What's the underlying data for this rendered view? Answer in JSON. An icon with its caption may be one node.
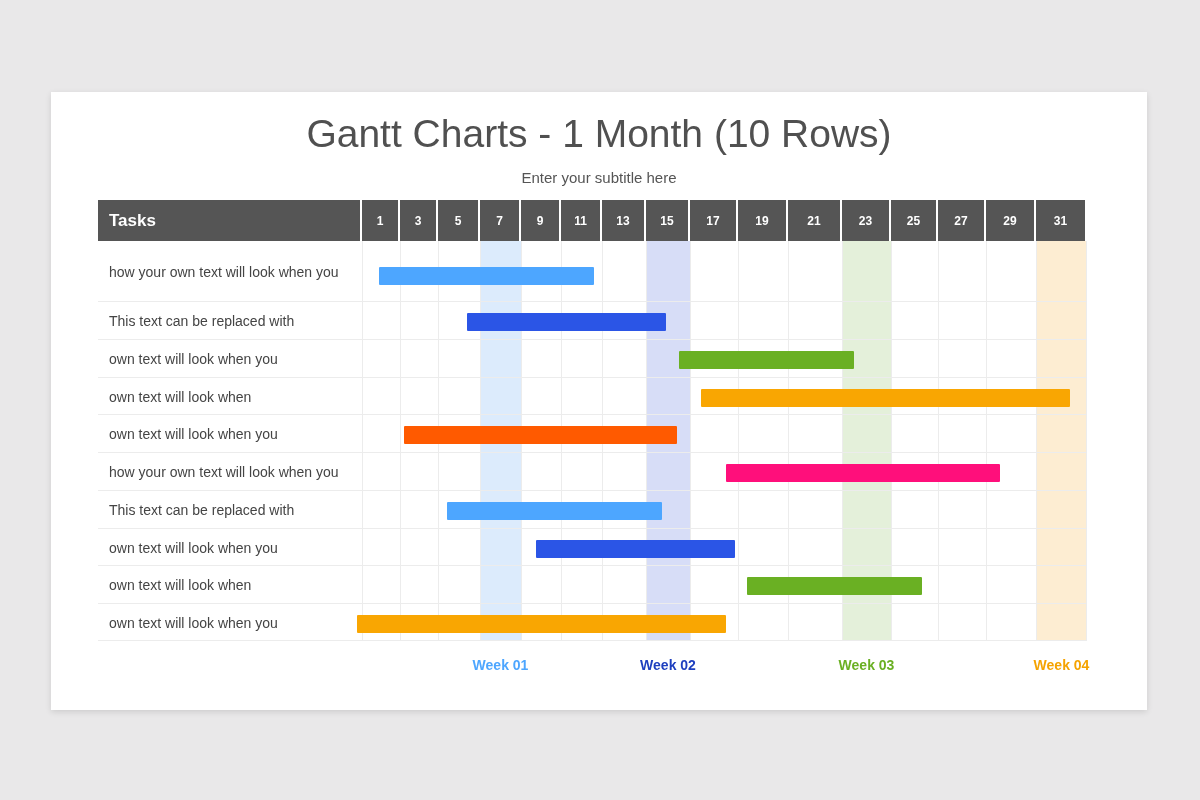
{
  "diagram": {
    "title": "Gantt Charts - 1 Month (10 Rows)",
    "nodes": [
      {
        "text": [],
        "shape": "bar"
      },
      {
        "text": [],
        "shape": "bar"
      },
      {
        "text": [],
        "shape": "bar"
      },
      {
        "text": [],
        "shape": "bar"
      },
      {
        "text": [],
        "shape": "bar"
      },
      {
        "text": [],
        "shape": "bar"
      },
      {
        "text": [],
        "shape": "bar"
      },
      {
        "text": [],
        "shape": "bar"
      },
      {
        "text": [],
        "shape": "bar"
      },
      {
        "text": [],
        "shape": "bar"
      }
    ],
    "labels": [
      "Enter your subtitle here",
      "Tasks",
      "1",
      "3",
      "5",
      "7",
      "9",
      "11",
      "13",
      "15",
      "17",
      "19",
      "21",
      "23",
      "25",
      "27",
      "29",
      "31",
      "how your own text will look when you",
      "This text can be replaced with",
      "own text will look when you",
      "own text will look when",
      "own text will look when you",
      "how your own text will look when you",
      "This text can be replaced with",
      "own text will look when you",
      "own text will look when",
      "own text will look when you",
      "Week 01",
      "Week 02",
      "Week 03",
      "Week 04"
    ]
  }
}
